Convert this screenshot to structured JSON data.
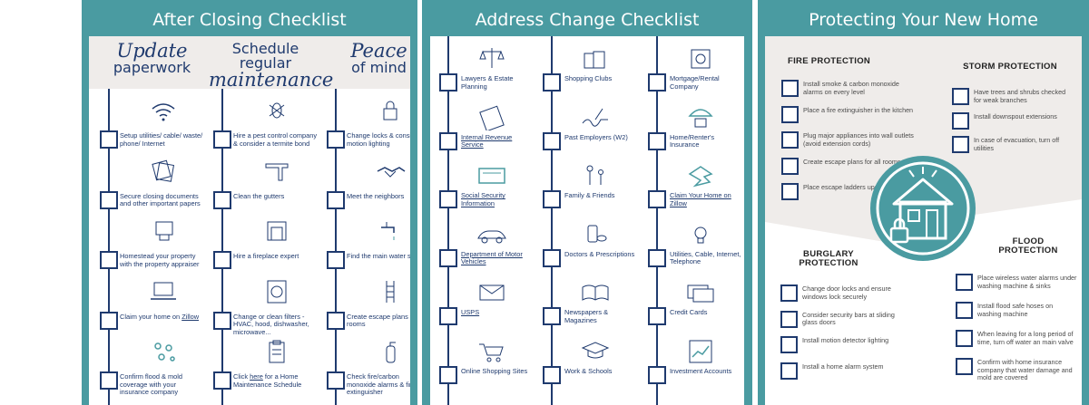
{
  "colors": {
    "teal": "#4a9ba1",
    "navy": "#1f3a6e",
    "beige": "#efecea"
  },
  "panel1": {
    "title": "After Closing Checklist",
    "columns": [
      {
        "script": "Update",
        "plain": "paperwork",
        "script_first": true,
        "items": [
          {
            "icon": "wifi-icon",
            "text": "Setup utilities/ cable/ waste/ phone/ Internet",
            "link": false
          },
          {
            "icon": "documents-icon",
            "text": "Secure closing documents and other important papers",
            "link": false
          },
          {
            "icon": "stamp-icon",
            "text": "Homestead your property with the property appraiser",
            "link": false
          },
          {
            "icon": "laptop-icon",
            "text": "Claim your home on ",
            "link_text": "Zillow",
            "link": true
          },
          {
            "icon": "virus-icon",
            "text": "Confirm flood & mold coverage with your insurance company",
            "link": false
          }
        ]
      },
      {
        "script": "maintenance",
        "plain": "Schedule regular",
        "script_first": false,
        "items": [
          {
            "icon": "bug-icon",
            "text": "Hire a pest control company & consider a termite bond",
            "link": false
          },
          {
            "icon": "gutter-icon",
            "text": "Clean the gutters",
            "link": false
          },
          {
            "icon": "fireplace-icon",
            "text": "Hire a fireplace expert",
            "link": false
          },
          {
            "icon": "filter-icon",
            "text": "Change or clean filters - HVAC, hood, dishwasher, microwave...",
            "link": false
          },
          {
            "icon": "clipboard-icon",
            "text_pre": "Click ",
            "link_text": "here",
            "text_post": " for a Home Maintenance Schedule",
            "mixed": true
          }
        ]
      },
      {
        "script": "Peace",
        "plain": "of mind",
        "script_first": true,
        "items": [
          {
            "icon": "lock-icon",
            "text": "Change locks & consider motion lighting",
            "link": false
          },
          {
            "icon": "handshake-icon",
            "text": "Meet the neighbors",
            "link": false
          },
          {
            "icon": "faucet-icon",
            "text": "Find the main water shut off",
            "link": false
          },
          {
            "icon": "ladder-icon",
            "text": "Create escape plans for all rooms",
            "link": false
          },
          {
            "icon": "extinguisher-icon",
            "text": "Check fire/carbon monoxide alarms & fire extinguisher",
            "link": false
          }
        ]
      }
    ]
  },
  "panel2": {
    "title": "Address Change Checklist",
    "columns": [
      [
        {
          "icon": "scales-icon",
          "text": "Lawyers & Estate Planning",
          "link": false
        },
        {
          "icon": "calculator-icon",
          "text": "Internal Revenue Service",
          "link": true
        },
        {
          "icon": "card-icon",
          "text": "Social Security Information",
          "link": true
        },
        {
          "icon": "car-icon",
          "text": "Department of Motor Vehicles",
          "link": true
        },
        {
          "icon": "envelope-icon",
          "text": "USPS",
          "link": true
        },
        {
          "icon": "cart-icon",
          "text": "Online Shopping Sites",
          "link": false
        }
      ],
      [
        {
          "icon": "shopping-bags-icon",
          "text": "Shopping Clubs",
          "link": false
        },
        {
          "icon": "signature-icon",
          "text": "Past Employers (W2)",
          "link": false
        },
        {
          "icon": "family-icon",
          "text": "Family & Friends",
          "link": false
        },
        {
          "icon": "pills-icon",
          "text": "Doctors & Prescriptions",
          "link": false
        },
        {
          "icon": "book-icon",
          "text": "Newspapers & Magazines",
          "link": false
        },
        {
          "icon": "graduation-icon",
          "text": "Work & Schools",
          "link": false
        }
      ],
      [
        {
          "icon": "safe-icon",
          "text": "Mortgage/Rental Company",
          "link": false
        },
        {
          "icon": "umbrella-house-icon",
          "text": "Home/Renter's Insurance",
          "link": false
        },
        {
          "icon": "zillow-icon",
          "text": "Claim Your Home on Zillow",
          "link": true
        },
        {
          "icon": "bulb-icon",
          "text": "Utilities, Cable, Internet, Telephone",
          "link": false
        },
        {
          "icon": "credit-cards-icon",
          "text": "Credit Cards",
          "link": false
        },
        {
          "icon": "chart-icon",
          "text": "Investment Accounts",
          "link": false
        }
      ]
    ]
  },
  "panel3": {
    "title": "Protecting Your New Home",
    "fire": {
      "heading": "FIRE PROTECTION",
      "items": [
        "Install smoke & carbon monoxide alarms on every level",
        "Place a fire extinguisher in the kitchen",
        "Plug major appliances into wall outlets (avoid extension cords)",
        "Create escape plans for all rooms",
        "Place escape ladders upstairs"
      ]
    },
    "storm": {
      "heading": "STORM PROTECTION",
      "items": [
        "Have trees and shrubs checked for weak branches",
        "Install downspout extensions",
        "In case of evacuation, turn off utilities"
      ]
    },
    "burglary": {
      "heading_line1": "BURGLARY",
      "heading_line2": "PROTECTION",
      "items": [
        "Change door locks and ensure windows lock securely",
        "Consider security bars at sliding glass doors",
        "Install motion detector lighting",
        "Install a home alarm system"
      ]
    },
    "flood": {
      "heading_line1": "FLOOD",
      "heading_line2": "PROTECTION",
      "items": [
        "Place wireless water alarms under washing machine & sinks",
        "Install flood safe hoses on washing machine",
        "When leaving for a long period of time, turn off water an main valve",
        "Confirm with home insurance company that water damage and mold are covered"
      ]
    },
    "center_icon": "house-lock-icon"
  }
}
